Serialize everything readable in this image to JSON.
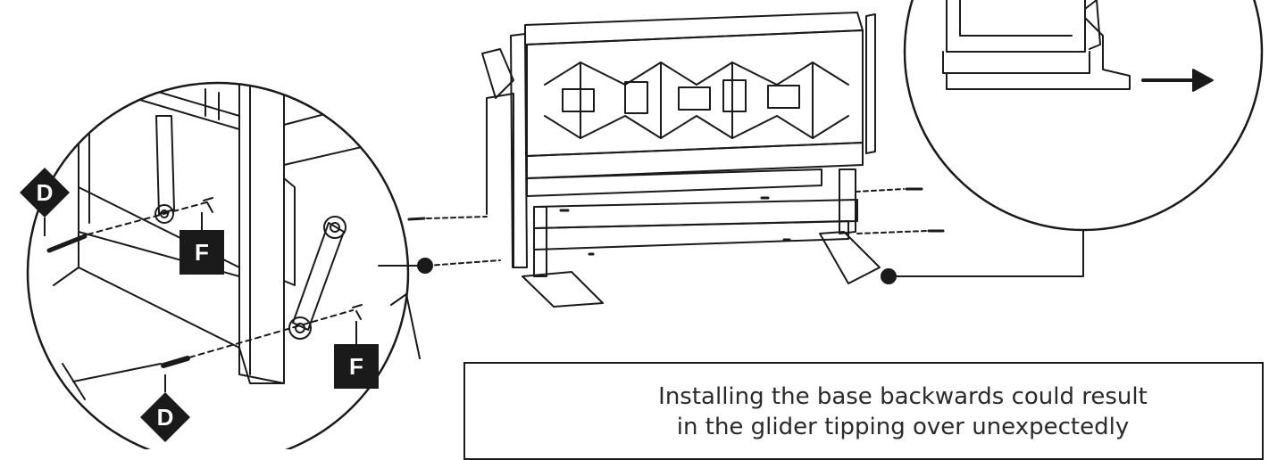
{
  "callouts": {
    "d_label": "D",
    "f_label": "F"
  },
  "warning": {
    "line1": "Installing the base backwards could result",
    "line2": "in the glider tipping over unexpectedly"
  },
  "colors": {
    "ink": "#1a1a1a",
    "label_bg": "#1a1a1a",
    "label_text": "#ffffff"
  }
}
